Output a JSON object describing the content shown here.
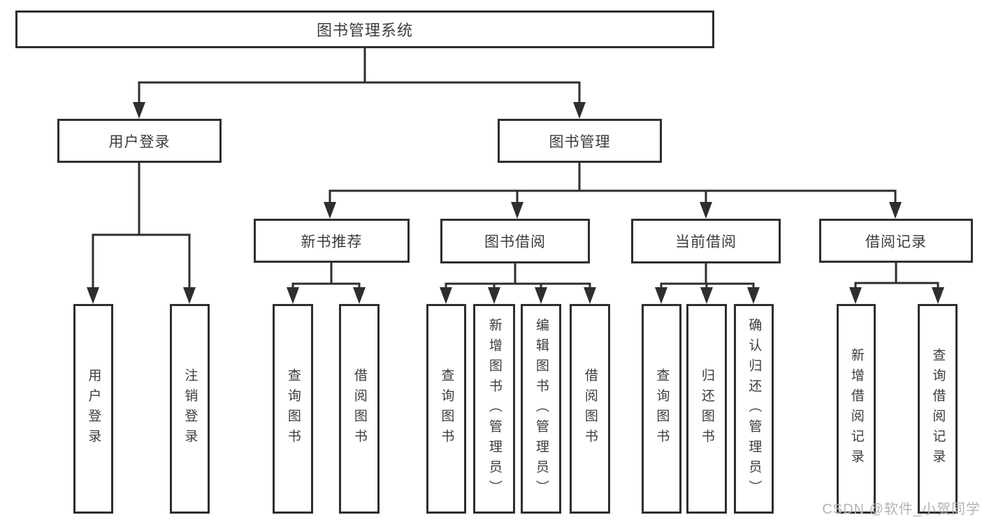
{
  "tree": {
    "root": "图书管理系统",
    "branches": [
      {
        "label": "用户登录",
        "children": [
          "用户登录",
          "注销登录"
        ]
      },
      {
        "label": "图书管理",
        "groups": [
          {
            "label": "新书推荐",
            "children": [
              "查询图书",
              "借阅图书"
            ]
          },
          {
            "label": "图书借阅",
            "children": [
              "查询图书",
              "新增图书（管理员）",
              "编辑图书（管理员）",
              "借阅图书"
            ]
          },
          {
            "label": "当前借阅",
            "children": [
              "查询图书",
              "归还图书",
              "确认归还（管理员）"
            ]
          },
          {
            "label": "借阅记录",
            "children": [
              "新增借阅记录",
              "查询借阅记录"
            ]
          }
        ]
      }
    ]
  },
  "watermark": {
    "text": "CSDN @软件_小贺同学"
  },
  "colors": {
    "line": "#2e2e2e",
    "box_border": "#2e2e2e",
    "box_text": "#3c3c3c",
    "watermark": "#b4b4b4",
    "background": "#ffffff"
  }
}
